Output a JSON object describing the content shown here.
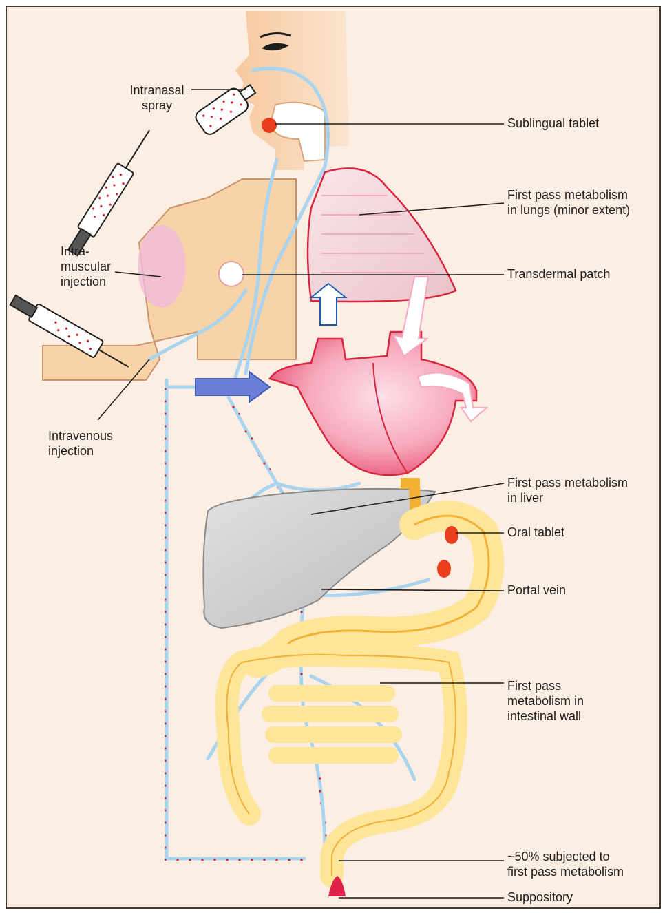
{
  "labels": {
    "intranasal": "Intranasal\nspray",
    "sublingual": "Sublingual tablet",
    "lungs": "First pass metabolism\nin lungs (minor extent)",
    "intramuscular": "Intra-\nmuscular\ninjection",
    "transdermal": "Transdermal patch",
    "intravenous": "Intravenous\ninjection",
    "liver": "First pass metabolism\nin liver",
    "oral": "Oral tablet",
    "portal": "Portal vein",
    "intestinal": "First pass\nmetabolism in\nintestinal wall",
    "rectal_fraction": "~50% subjected to\nfirst pass metabolism",
    "suppository": "Suppository"
  },
  "colors": {
    "background": "#fdeee4",
    "skin": "#f8d3a8",
    "blood_vessel": "#a9d4ef",
    "drug_dot": "#d4202a",
    "heart": "#f59bb0",
    "lung": "#f5d6dc",
    "liver": "#cfcfcf",
    "gut": "#fde59a",
    "gut_outline": "#f2b035",
    "tablet": "#e8401c"
  }
}
